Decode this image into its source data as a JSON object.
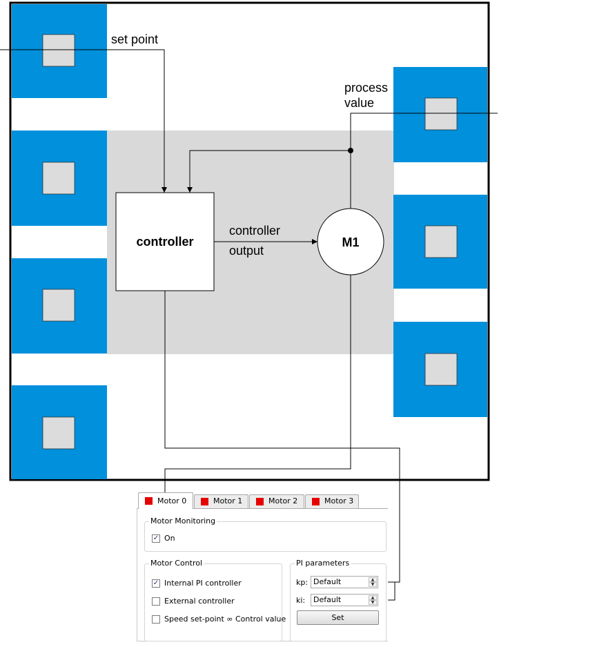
{
  "diagram": {
    "set_point": "set point",
    "process_value_line1": "process",
    "process_value_line2": "value",
    "controller": "controller",
    "controller_output_line1": "controller",
    "controller_output_line2": "output",
    "motor": "M1"
  },
  "colors": {
    "pad_blue": "#0090dc",
    "pad_inner": "#dcdcdc",
    "center_gray": "#d9d9d9",
    "tab_indicator": "#e60000"
  },
  "tabs": [
    {
      "label": "Motor 0",
      "active": true
    },
    {
      "label": "Motor 1",
      "active": false
    },
    {
      "label": "Motor 2",
      "active": false
    },
    {
      "label": "Motor 3",
      "active": false
    }
  ],
  "monitoring": {
    "title": "Motor Monitoring",
    "on_label": "On",
    "on_checked": true
  },
  "control": {
    "title": "Motor Control",
    "internal_label": "Internal PI controller",
    "internal_checked": true,
    "external_label": "External controller",
    "external_checked": false,
    "speed_label": "Speed set-point ∞ Control value",
    "speed_checked": false
  },
  "pi": {
    "title": "PI parameters",
    "kp_label": "kp:",
    "kp_value": "Default",
    "ki_label": "ki:",
    "ki_value": "Default",
    "set_label": "Set"
  },
  "icons": {
    "check": "check-icon",
    "spin_up": "arrow-up-icon",
    "spin_down": "arrow-down-icon"
  }
}
